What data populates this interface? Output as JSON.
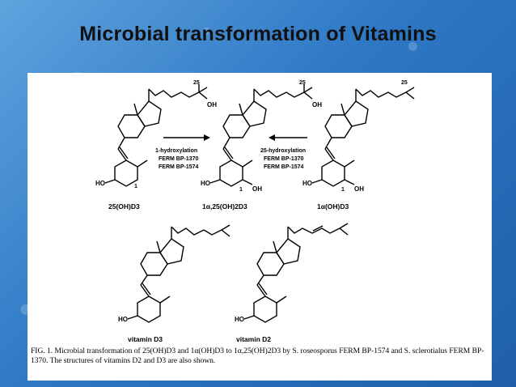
{
  "slide": {
    "title": "Microbial transformation of Vitamins"
  },
  "figure": {
    "compounds": {
      "c1": "25(OH)D3",
      "c2": "1α,25(OH)2D3",
      "c3": "1α(OH)D3",
      "vd3": "vitamin D3",
      "vd2": "vitamin D2"
    },
    "arrows": {
      "left_line1": "1-hydroxylation",
      "left_line2": "FERM BP-1370",
      "left_line3": "FERM BP-1574",
      "right_line1": "25-hydroxylation",
      "right_line2": "FERM BP-1370",
      "right_line3": "FERM BP-1574"
    },
    "groups": {
      "oh": "OH",
      "ho": "HO",
      "n25": "25",
      "n1": "1"
    },
    "caption": "FIG. 1. Microbial transformation of 25(OH)D3 and 1α(OH)D3 to 1α,25(OH)2D3 by S. roseosporus FERM BP-1574 and S. sclerotialus FERM BP-1370. The structures of vitamins D2 and D3 are also shown."
  }
}
